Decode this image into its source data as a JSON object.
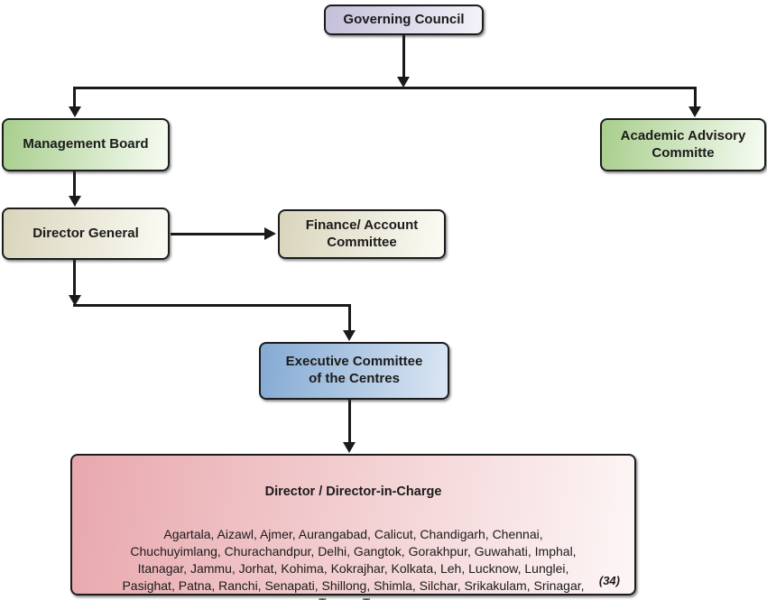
{
  "diagram": {
    "nodes": {
      "governing_council": "Governing Council",
      "management_board": "Management Board",
      "academic_advisory": "Academic Advisory\nCommitte",
      "director_general": "Director General",
      "finance_account": "Finance/ Account\nCommittee",
      "executive_committee": "Executive Committee\nof the Centres",
      "directors_title": "Director / Director-in-Charge",
      "directors_centres": "Agartala, Aizawl, Ajmer, Aurangabad, Calicut, Chandigarh, Chennai,\nChuchuyimlang, Churachandpur, Delhi, Gangtok, Gorakhpur, Guwahati, Imphal,\nItanagar, Jammu, Jorhat, Kohima, Kokrajhar, Kolkata, Leh, Lucknow, Lunglei,\nPasighat, Patna, Ranchi, Senapati, Shillong, Shimla, Silchar, Srikakulam, Srinagar,\nTezpur, Tura",
      "directors_count": "(34)"
    },
    "edges": [
      {
        "from": "governing_council",
        "to": "management_board"
      },
      {
        "from": "governing_council",
        "to": "academic_advisory"
      },
      {
        "from": "management_board",
        "to": "director_general"
      },
      {
        "from": "director_general",
        "to": "finance_account"
      },
      {
        "from": "director_general",
        "to": "executive_committee"
      },
      {
        "from": "executive_committee",
        "to": "directors"
      }
    ],
    "colors": {
      "governing_council": [
        "#c5bfda",
        "#f4f2f9"
      ],
      "management_board": [
        "#a8ce8d",
        "#f7fcf3"
      ],
      "academic_advisory": [
        "#a8ce8d",
        "#f7fcf3"
      ],
      "director_general": [
        "#d9d5bc",
        "#fcfbf4"
      ],
      "finance_account": [
        "#d9d5bc",
        "#fcfbf4"
      ],
      "executive_committee": [
        "#84aad3",
        "#dae6f4"
      ],
      "directors": [
        "#e8a8ad",
        "#fdf6f6"
      ],
      "line": "#1a1a1a"
    }
  }
}
